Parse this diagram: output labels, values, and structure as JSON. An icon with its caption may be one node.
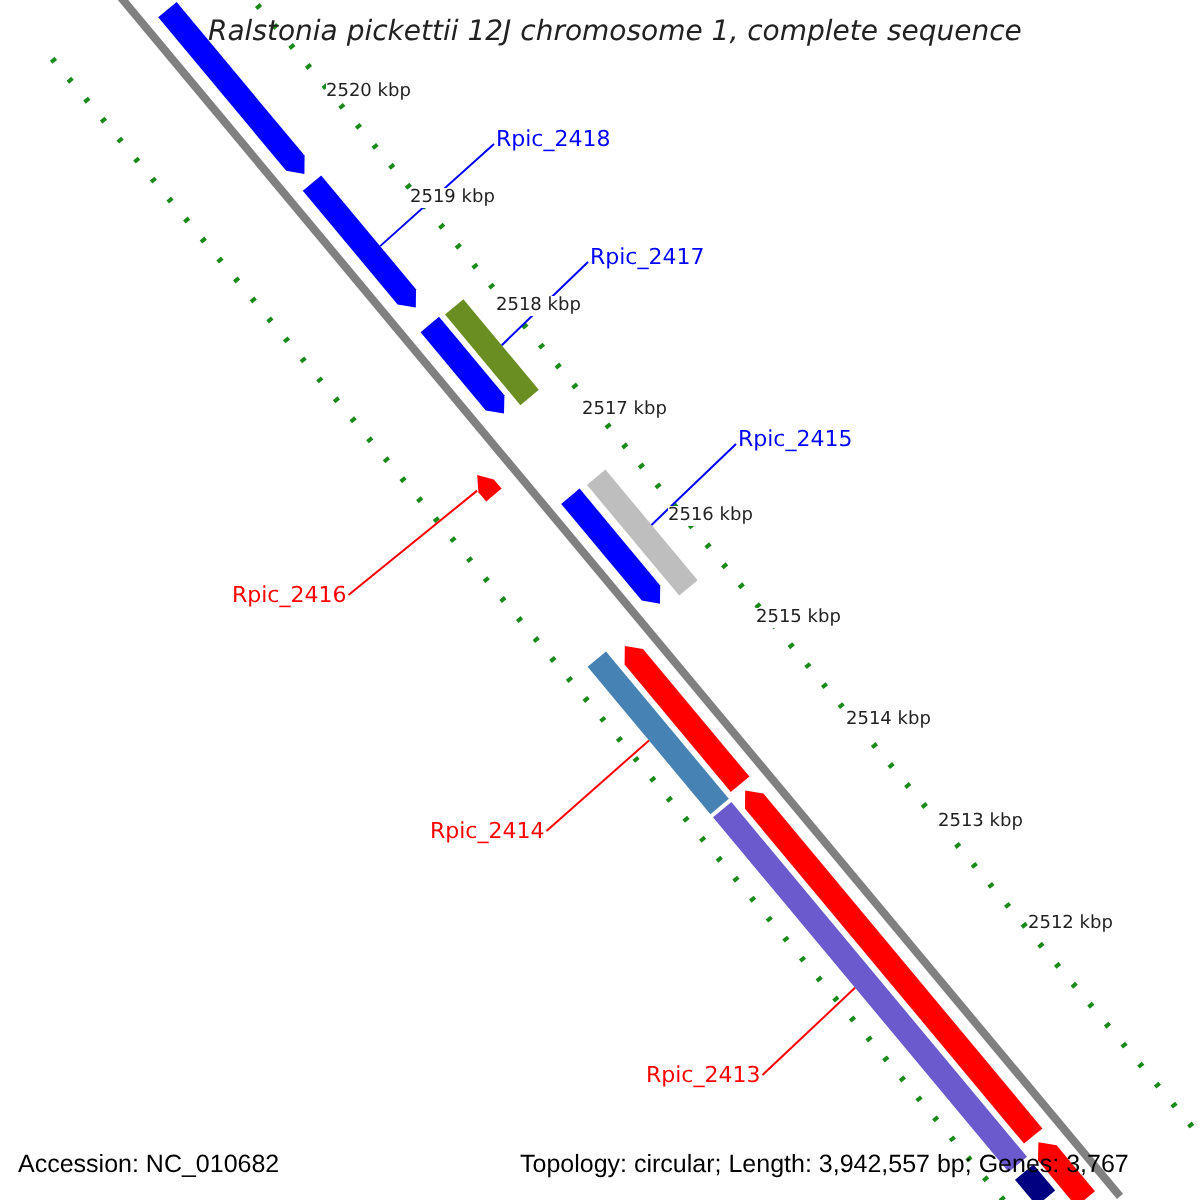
{
  "diagram": {
    "title": "Ralstonia pickettii 12J chromosome 1, complete sequence",
    "nodes": [
      {
        "text": [
          "Rpic_2418"
        ]
      },
      {
        "text": [],
        "shape": "arrow"
      },
      {
        "text": [
          "Rpic_2417"
        ]
      },
      {
        "text": [],
        "shape": "bar"
      },
      {
        "text": [
          "Rpic_2415"
        ]
      },
      {
        "text": [],
        "shape": "bar"
      },
      {
        "text": [
          "Rpic_2416"
        ]
      },
      {
        "text": [],
        "shape": "arrow"
      },
      {
        "text": [
          "Rpic_2414"
        ]
      },
      {
        "text": [],
        "shape": "bar"
      },
      {
        "text": [
          "Rpic_2413"
        ]
      },
      {
        "text": [],
        "shape": "bar"
      },
      {
        "text": [],
        "shape": "arrow"
      },
      {
        "text": [],
        "shape": "arrow"
      },
      {
        "text": [],
        "shape": "arrow"
      },
      {
        "text": [],
        "shape": "arrow"
      },
      {
        "text": [],
        "shape": "arrow"
      },
      {
        "text": [],
        "shape": "arrow"
      },
      {
        "text": [],
        "shape": "bar"
      }
    ],
    "edges": [
      {
        "from": 0,
        "to": 1,
        "arrow": "none",
        "color": "#0000ff"
      },
      {
        "from": 2,
        "to": 3,
        "arrow": "none",
        "color": "#0000ff"
      },
      {
        "from": 4,
        "to": 5,
        "arrow": "none",
        "color": "#0000ff"
      },
      {
        "from": 6,
        "to": 7,
        "arrow": "none",
        "color": "#ff0000"
      },
      {
        "from": 8,
        "to": 9,
        "arrow": "none",
        "color": "#ff0000"
      },
      {
        "from": 10,
        "to": 11,
        "arrow": "none",
        "color": "#ff0000"
      }
    ],
    "labels": [
      "2520 kbp",
      "2519 kbp",
      "2518 kbp",
      "2517 kbp",
      "2516 kbp",
      "2515 kbp",
      "2514 kbp",
      "2513 kbp",
      "2512 kbp",
      "Accession: NC_010682",
      "Topology: circular; Length: 3,942,557 bp; Genes: 3,767"
    ]
  }
}
